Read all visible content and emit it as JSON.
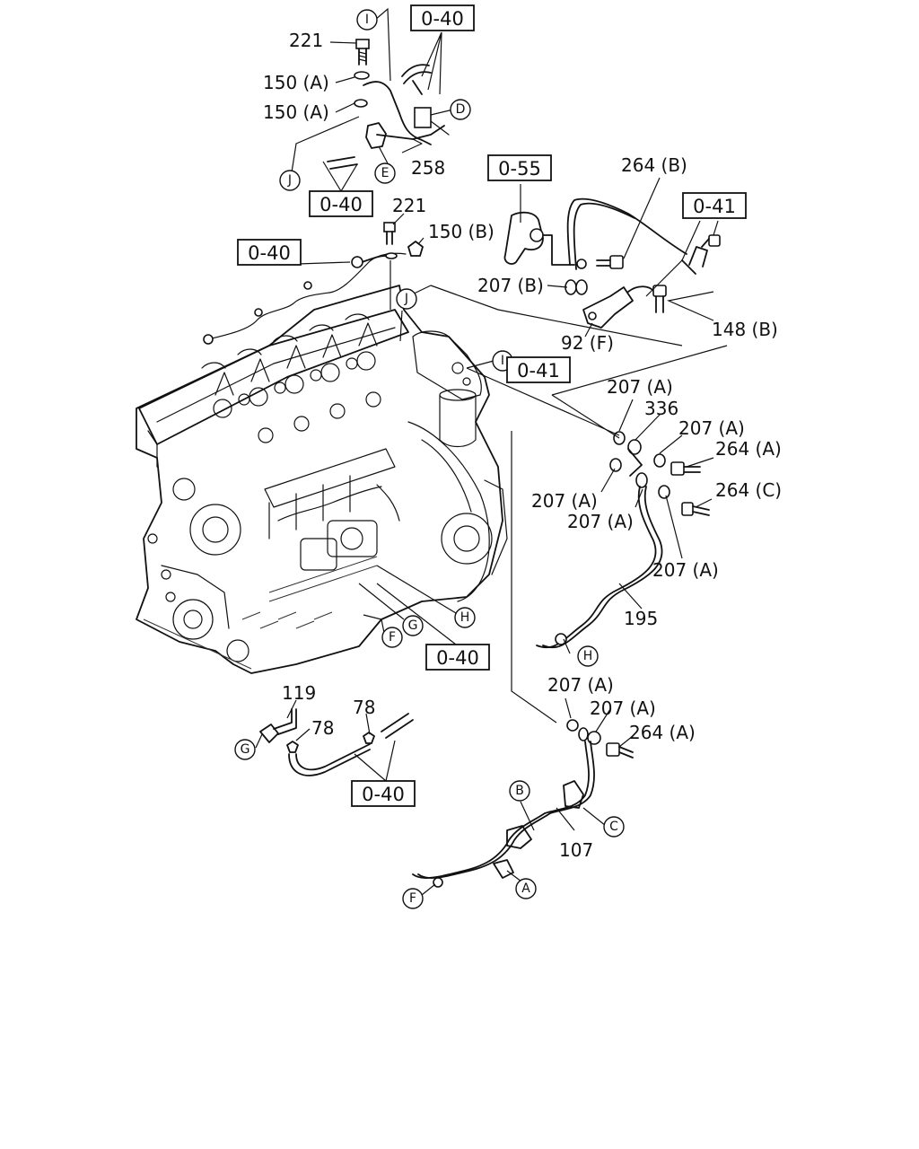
{
  "part_labels": {
    "p221_top": "221",
    "p150a_1": "150 (A)",
    "p150a_2": "150 (A)",
    "p258": "258",
    "p264b": "264 (B)",
    "p221_mid": "221",
    "p150b": "150 (B)",
    "p207b": "207 (B)",
    "p92f": "92 (F)",
    "p148b": "148 (B)",
    "p207a_1": "207 (A)",
    "p336": "336",
    "p207a_2": "207 (A)",
    "p264a_1": "264 (A)",
    "p264c": "264 (C)",
    "p207a_3": "207 (A)",
    "p207a_4": "207 (A)",
    "p207a_5": "207 (A)",
    "p195": "195",
    "p207a_6": "207 (A)",
    "p207a_7": "207 (A)",
    "p264a_2": "264 (A)",
    "p107": "107",
    "p119": "119",
    "p78_1": "78",
    "p78_2": "78"
  },
  "ref_boxes": {
    "r040_top": "0-40",
    "r040_mid_left": "0-40",
    "r040_left": "0-40",
    "r055": "0-55",
    "r041_right": "0-41",
    "r041_center": "0-41",
    "r040_engine": "0-40",
    "r040_bottom": "0-40"
  },
  "callouts": {
    "i_top": "I",
    "d_top": "D",
    "e_top": "E",
    "j_top": "J",
    "j_mid": "J",
    "i_mid": "I",
    "g_engine": "G",
    "h_engine": "H",
    "f_engine": "F",
    "h_pipe": "H",
    "g_bottom": "G",
    "b_bottom": "B",
    "c_bottom": "C",
    "a_bottom": "A",
    "f_bottom": "F"
  }
}
